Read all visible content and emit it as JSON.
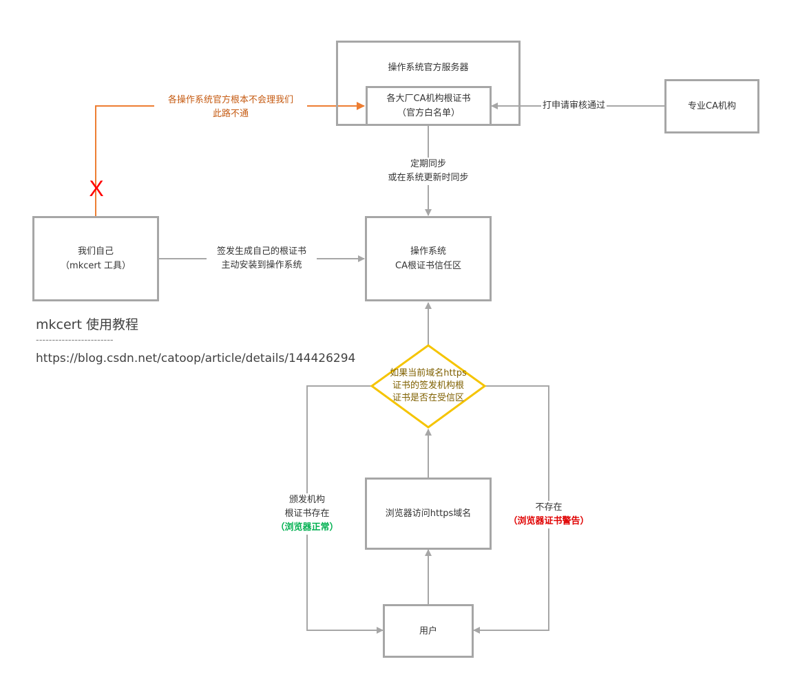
{
  "nodes": {
    "os_server": {
      "label": "操作系统官方服务器"
    },
    "root_whitelist": {
      "line1": "各大厂CA机构根证书",
      "line2": "（官方白名单）"
    },
    "pro_ca": {
      "label": "专业CA机构"
    },
    "ourselves": {
      "line1": "我们自己",
      "line2": "（mkcert 工具）"
    },
    "os_trust_zone": {
      "line1": "操作系统",
      "line2": "CA根证书信任区"
    },
    "decision": {
      "line1": "如果当前域名https",
      "line2": "证书的签发机构根",
      "line3": "证书是否在受信区"
    },
    "browser": {
      "label": "浏览器访问https域名"
    },
    "user": {
      "label": "用户"
    }
  },
  "edges": {
    "audit_pass": "打申请审核通过",
    "sync_line1": "定期同步",
    "sync_line2": "或在系统更新时同步",
    "no_way_line1": "各操作系统官方根本不会理我们",
    "no_way_line2": "此路不通",
    "cross_mark": "X",
    "self_sign_line1": "签发生成自己的根证书",
    "self_sign_line2": "主动安装到操作系统",
    "exists_line1": "颁发机构",
    "exists_line2": "根证书存在",
    "exists_line3": "（浏览器正常）",
    "not_exists_line1": "不存在",
    "not_exists_line2": "（浏览器证书警告）"
  },
  "note": {
    "title": "mkcert 使用教程",
    "divider": "------------------------",
    "url": "https://blog.csdn.net/catoop/article/details/144426294"
  },
  "colors": {
    "box_border": "#a6a6a6",
    "connector": "#a6a6a6",
    "blocked_path": "#ed7d31",
    "diamond": "#f5c400",
    "ok": "#00b050",
    "warn": "#e00000"
  }
}
